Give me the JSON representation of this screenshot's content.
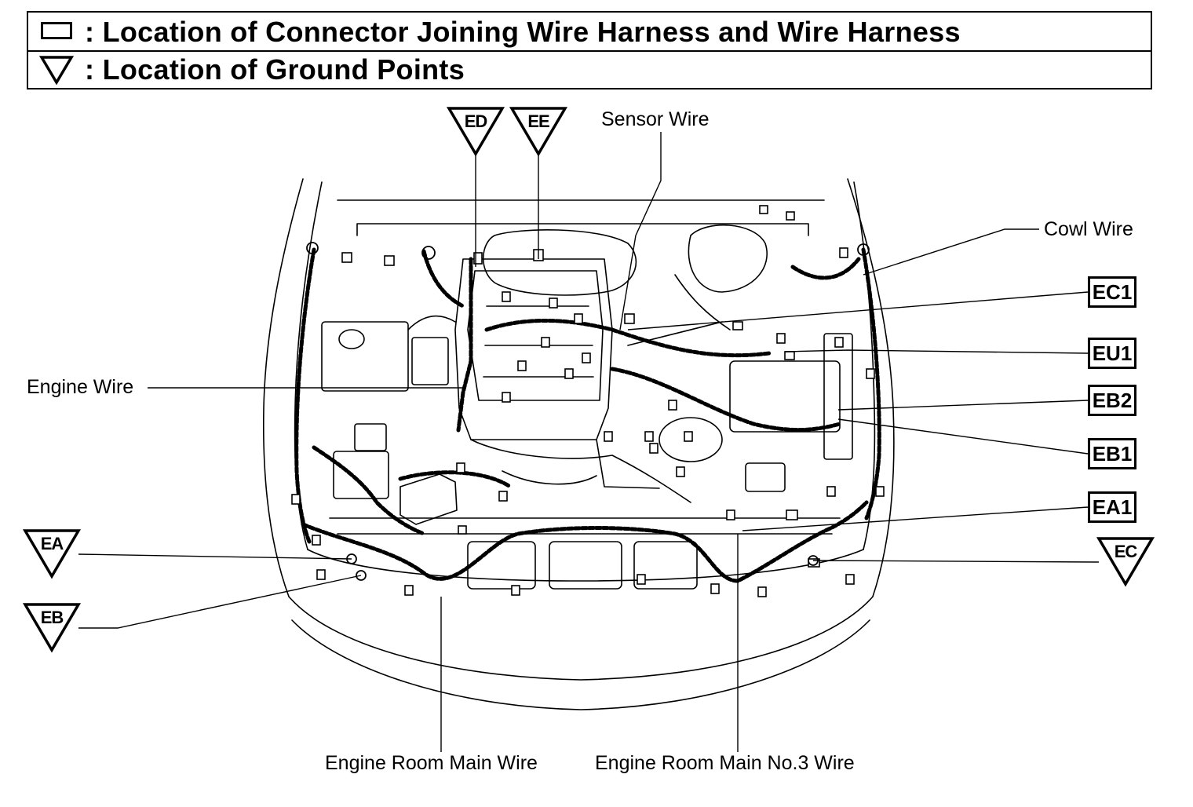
{
  "legend": {
    "connector_text": ": Location of Connector Joining Wire Harness and Wire Harness",
    "ground_text": ": Location of Ground Points"
  },
  "wire_labels": {
    "sensor": "Sensor Wire",
    "cowl": "Cowl Wire",
    "engine": "Engine Wire",
    "engine_room_main": "Engine Room Main Wire",
    "engine_room_main_no3": "Engine Room Main No.3 Wire"
  },
  "connector_codes": {
    "ec1": "EC1",
    "eu1": "EU1",
    "eb2": "EB2",
    "eb1": "EB1",
    "ea1": "EA1"
  },
  "ground_codes": {
    "ed": "ED",
    "ee": "EE",
    "ea": "EA",
    "eb": "EB",
    "ec": "EC"
  }
}
